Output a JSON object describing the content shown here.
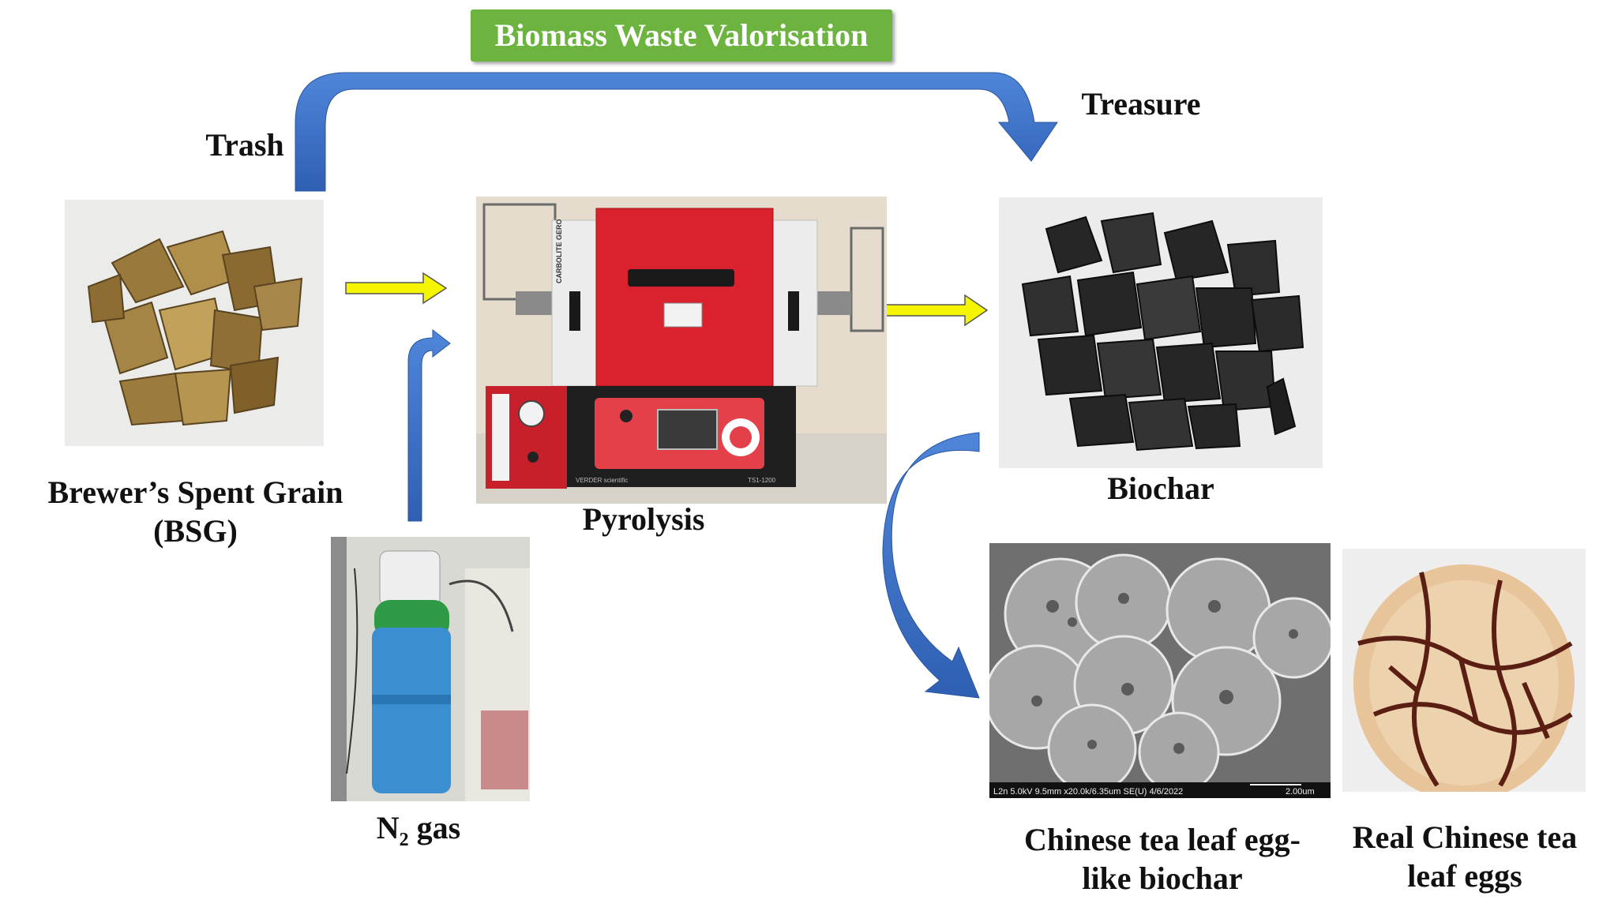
{
  "banner": {
    "title": "Biomass Waste Valorisation"
  },
  "labels": {
    "trash": "Trash",
    "treasure": "Treasure",
    "bsg_line1": "Brewer’s Spent Grain",
    "bsg_line2": "(BSG)",
    "pyrolysis": "Pyrolysis",
    "biochar": "Biochar",
    "n2_symbol": "N",
    "n2_subscript": "2",
    "n2_suffix": " gas",
    "tea_biochar_line1": "Chinese tea leaf egg-",
    "tea_biochar_line2": "like biochar",
    "real_eggs_line1": "Real Chinese tea",
    "real_eggs_line2": "leaf eggs"
  },
  "furnace": {
    "brand": "CARBOLITE GERO",
    "model": "TS1-1200",
    "maker": "VERDER scientific"
  },
  "sem": {
    "info": "L2n 5.0kV 9.5mm x20.0k/6.35um SE(U) 4/6/2022",
    "scale": "2.00um"
  },
  "colors": {
    "banner_green": "#6db33f",
    "arrow_blue": "#3a6fc4",
    "arrow_yellow": "#f5f500"
  }
}
